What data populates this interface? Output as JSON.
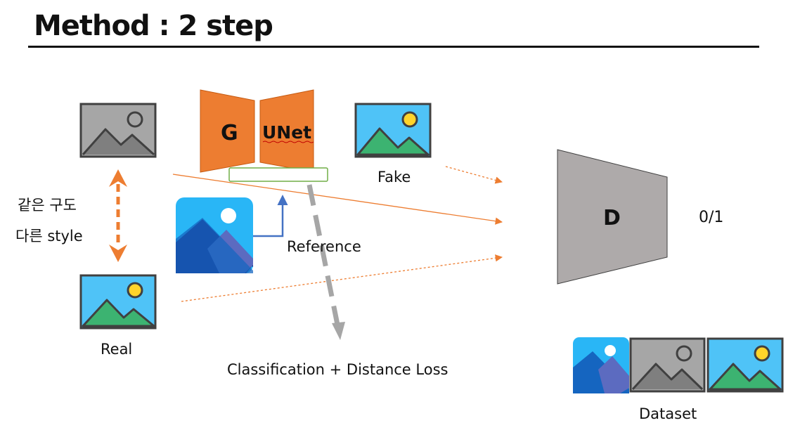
{
  "title": "Method : 2 step",
  "labels": {
    "generator": "G",
    "unet": "UNet",
    "discriminator": "D",
    "fake": "Fake",
    "real": "Real",
    "reference": "Reference",
    "output": "0/1",
    "same_composition": "같은 구도",
    "different_style": "다른 style",
    "loss": "Classification + Distance Loss",
    "dataset": "Dataset"
  },
  "colors": {
    "orange": "#ED7D31",
    "grey_block": "#AEAAAA",
    "sky": "#4FC3F7",
    "grass": "#3CB371",
    "sun": "#FFD42A",
    "arrow_blue": "#4472C4",
    "dashed_grey": "#A6A6A6",
    "bar_green": "#70AD47"
  }
}
